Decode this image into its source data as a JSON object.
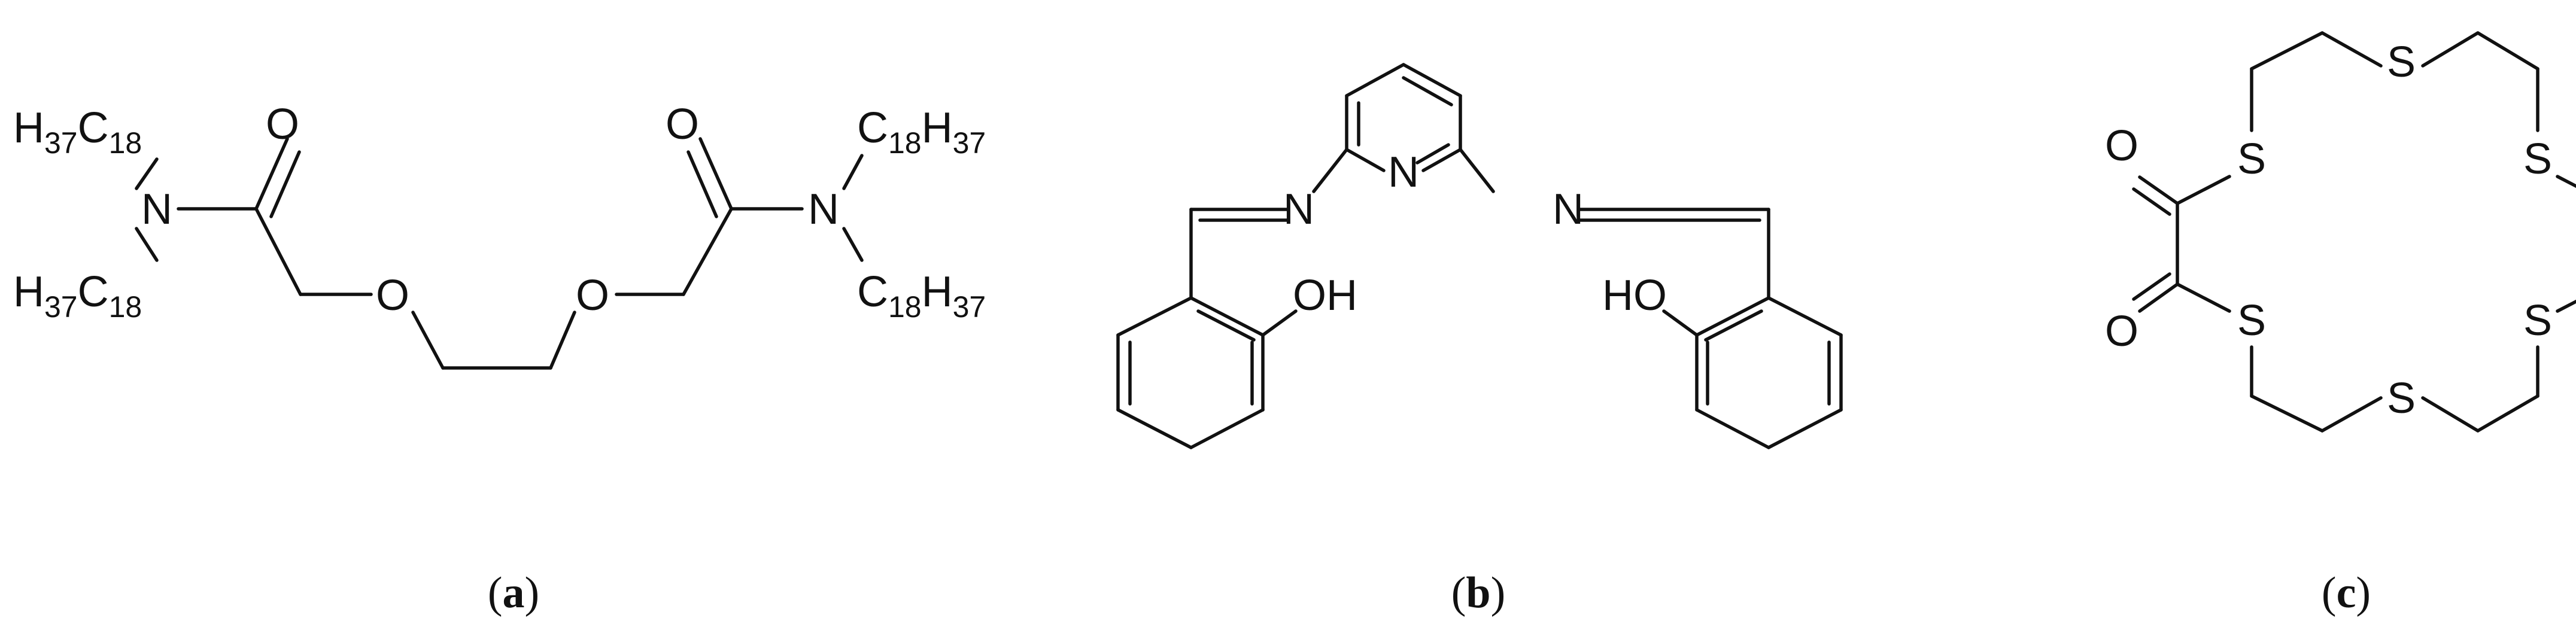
{
  "panels": [
    {
      "id": "a",
      "caption": "(a)",
      "caption_letter": "a",
      "labels": {
        "o_top_left": "O",
        "o_top_right": "O",
        "n_left": "N",
        "n_right": "N",
        "o_ether_1": "O",
        "o_ether_2": "O",
        "h_main": "H",
        "h_sub": "37",
        "c_main": "C",
        "c_sub": "18"
      }
    },
    {
      "id": "b",
      "caption": "(b)",
      "caption_letter": "b",
      "labels": {
        "n_pyridine": "N",
        "n_imine_left": "N",
        "n_imine_right": "N",
        "oh_left": "OH",
        "ho_right": "HO"
      }
    },
    {
      "id": "c",
      "caption": "(c)",
      "caption_letter": "c",
      "labels": {
        "s": "S",
        "o": "O"
      }
    }
  ],
  "colors": {
    "ink": "#111111",
    "background": "#ffffff"
  }
}
